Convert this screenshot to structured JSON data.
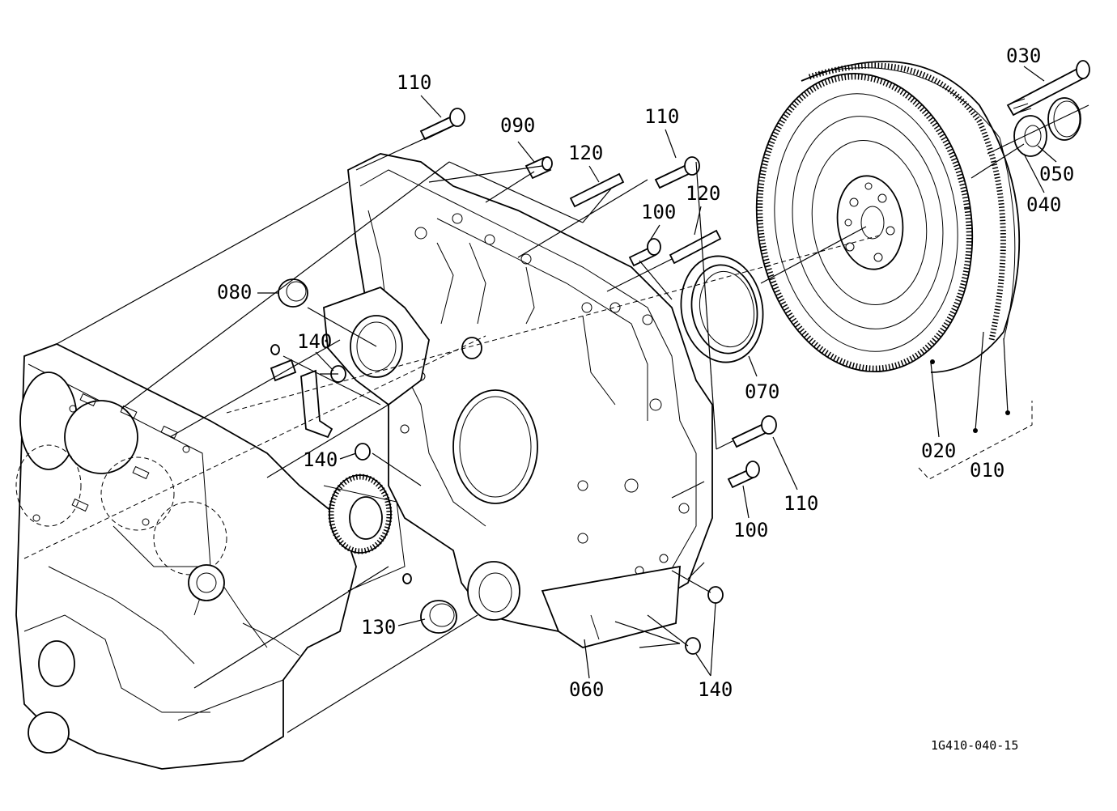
{
  "parts": [
    {
      "id": "part-010",
      "label": "010"
    },
    {
      "id": "part-020",
      "label": "020"
    },
    {
      "id": "part-030",
      "label": "030"
    },
    {
      "id": "part-040",
      "label": "040"
    },
    {
      "id": "part-050",
      "label": "050"
    },
    {
      "id": "part-060",
      "label": "060"
    },
    {
      "id": "part-070",
      "label": "070"
    },
    {
      "id": "part-080",
      "label": "080"
    },
    {
      "id": "part-090",
      "label": "090"
    },
    {
      "id": "part-100-upper",
      "label": "100"
    },
    {
      "id": "part-100-lower",
      "label": "100"
    },
    {
      "id": "part-110-left",
      "label": "110"
    },
    {
      "id": "part-110-center",
      "label": "110"
    },
    {
      "id": "part-110-right",
      "label": "110"
    },
    {
      "id": "part-120-left",
      "label": "120"
    },
    {
      "id": "part-120-right",
      "label": "120"
    },
    {
      "id": "part-130",
      "label": "130"
    },
    {
      "id": "part-140-upper",
      "label": "140"
    },
    {
      "id": "part-140-middle",
      "label": "140"
    },
    {
      "id": "part-140-lower",
      "label": "140"
    }
  ],
  "drawing_code": "1G410-040-15"
}
